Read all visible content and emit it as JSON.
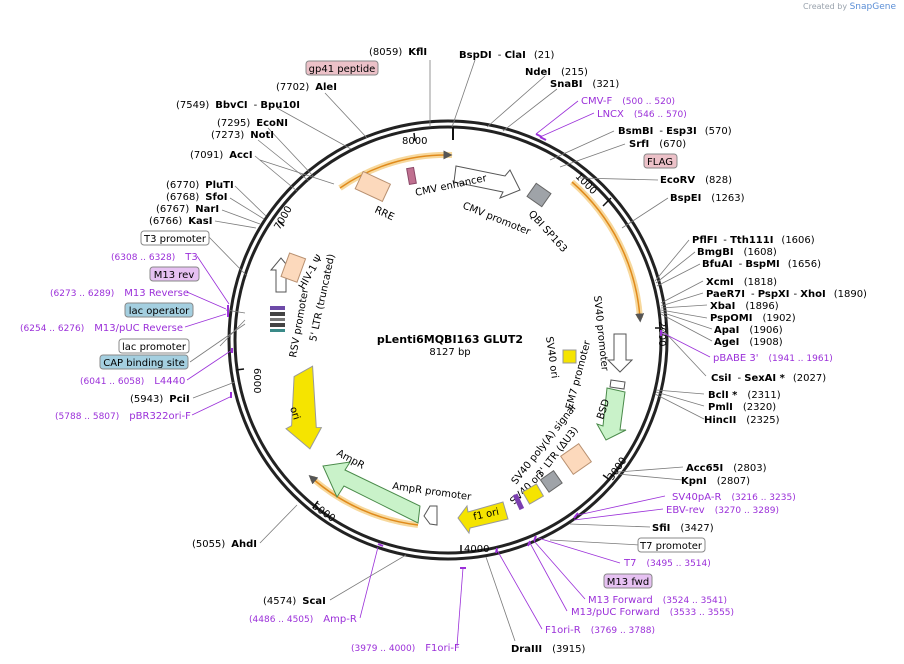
{
  "credit": {
    "prefix": "Created by",
    "brand": "SnapGene"
  },
  "plasmid": {
    "name": "pLenti6MQBI163 GLUT2",
    "size": "8127 bp"
  },
  "ticks": [
    "1000",
    "2000",
    "3000",
    "4000",
    "5000",
    "6000",
    "7000",
    "8000"
  ],
  "sites": [
    {
      "name": "KflI",
      "pos": "(8059)"
    },
    {
      "name": "BspDI",
      "extra": "ClaI",
      "pos": "(21)"
    },
    {
      "name": "NdeI",
      "pos": "(215)"
    },
    {
      "name": "SnaBI",
      "pos": "(321)"
    },
    {
      "name": "AleI",
      "pos": "(7702)"
    },
    {
      "name": "BbvCI",
      "extra": "Bpu10I",
      "pos": "(7549)"
    },
    {
      "name": "EcoNI",
      "pos": "(7295)"
    },
    {
      "name": "NotI",
      "pos": "(7273)"
    },
    {
      "name": "AccI",
      "pos": "(7091)"
    },
    {
      "name": "PluTI",
      "pos": "(6770)"
    },
    {
      "name": "SfoI",
      "pos": "(6768)"
    },
    {
      "name": "NarI",
      "pos": "(6767)"
    },
    {
      "name": "KasI",
      "pos": "(6766)"
    },
    {
      "name": "BsmBI",
      "extra": "Esp3I",
      "pos": "(570)"
    },
    {
      "name": "SrfI",
      "pos": "(670)"
    },
    {
      "name": "EcoRV",
      "pos": "(828)"
    },
    {
      "name": "BspEI",
      "pos": "(1263)"
    },
    {
      "name": "PflFI",
      "extra": "Tth111I",
      "pos": "(1606)"
    },
    {
      "name": "BmgBI",
      "pos": "(1608)"
    },
    {
      "name": "BfuAI",
      "extra": "BspMI",
      "pos": "(1656)"
    },
    {
      "name": "XcmI",
      "pos": "(1818)"
    },
    {
      "name": "PaeR7I",
      "extra": "PspXI",
      "extra2": "XhoI",
      "pos": "(1890)"
    },
    {
      "name": "XbaI",
      "pos": "(1896)"
    },
    {
      "name": "PspOMI",
      "pos": "(1902)"
    },
    {
      "name": "ApaI",
      "pos": "(1906)"
    },
    {
      "name": "AgeI",
      "pos": "(1908)"
    },
    {
      "name": "CsiI",
      "extra": "SexAI *",
      "pos": "(2027)"
    },
    {
      "name": "BclI *",
      "pos": "(2311)"
    },
    {
      "name": "PmlI",
      "pos": "(2320)"
    },
    {
      "name": "HincII",
      "pos": "(2325)"
    },
    {
      "name": "Acc65I",
      "pos": "(2803)"
    },
    {
      "name": "KpnI",
      "pos": "(2807)"
    },
    {
      "name": "SfiI",
      "pos": "(3427)"
    },
    {
      "name": "DraIII",
      "pos": "(3915)"
    },
    {
      "name": "ScaI",
      "pos": "(4574)"
    },
    {
      "name": "AhdI",
      "pos": "(5055)"
    },
    {
      "name": "PciI",
      "pos": "(5943)"
    }
  ],
  "primers": [
    {
      "name": "CMV-F",
      "range": "(500 .. 520)"
    },
    {
      "name": "LNCX",
      "range": "(546 .. 570)"
    },
    {
      "name": "pBABE 3'",
      "range": "(1941 .. 1961)"
    },
    {
      "name": "SV40pA-R",
      "range": "(3216 .. 3235)"
    },
    {
      "name": "EBV-rev",
      "range": "(3270 .. 3289)"
    },
    {
      "name": "T7",
      "range": "(3495 .. 3514)"
    },
    {
      "name": "M13 Forward",
      "range": "(3524 .. 3541)"
    },
    {
      "name": "M13/pUC Forward",
      "range": "(3533 .. 3555)"
    },
    {
      "name": "F1ori-R",
      "range": "(3769 .. 3788)"
    },
    {
      "name": "F1ori-F",
      "range": "(3979 .. 4000)"
    },
    {
      "name": "Amp-R",
      "range": "(4486 .. 4505)"
    },
    {
      "name": "pBR322ori-F",
      "range": "(5788 .. 5807)"
    },
    {
      "name": "L4440",
      "range": "(6041 .. 6058)"
    },
    {
      "name": "M13/pUC Reverse",
      "range": "(6254 .. 6276)"
    },
    {
      "name": "M13 Reverse",
      "range": "(6273 .. 6289)"
    },
    {
      "name": "T3",
      "range": "(6308 .. 6328)"
    }
  ],
  "boxes": {
    "gp41": "gp41 peptide",
    "flag": "FLAG",
    "t7_promoter": "T7 promoter",
    "m13_fwd": "M13 fwd",
    "t3_promoter": "T3 promoter",
    "m13_rev": "M13 rev",
    "lac_operator": "lac operator",
    "lac_promoter": "lac promoter",
    "cap_site": "CAP binding site"
  },
  "features": {
    "rre": "RRE",
    "cmv_enhancer": "CMV enhancer",
    "cmv_promoter": "CMV promoter",
    "qbi": "QBI SP163",
    "sv40_promoter": "SV40 promoter",
    "em7": "EM7 promoter",
    "bsd": "BSD",
    "sv40_ori_inner": "SV40 ori",
    "sv40_polya": "SV40 poly(A) signal",
    "ltr3": "3' LTR (ΔU3)",
    "sv40_ori2": "SV40 ori",
    "f1_ori": "f1 ori",
    "ampr_promoter": "AmpR promoter",
    "ampr": "AmpR",
    "ori": "ori",
    "rsv": "RSV promoter",
    "ltr5": "5' LTR (truncated)",
    "hiv": "HIV-1 Ψ"
  },
  "colors": {
    "enzyme_text": "#000000",
    "primer": "#9b30d9",
    "ori_yellow": "#f5e400",
    "ampr_green": "#c9f2c9",
    "peach": "#fcd9bc",
    "orange_arc": "#f2a12a",
    "gray_feature": "#9fa3a8",
    "box_blue": "#a4cfe0",
    "box_purple": "#e6c1f2",
    "box_pink": "#ecc1c8"
  }
}
